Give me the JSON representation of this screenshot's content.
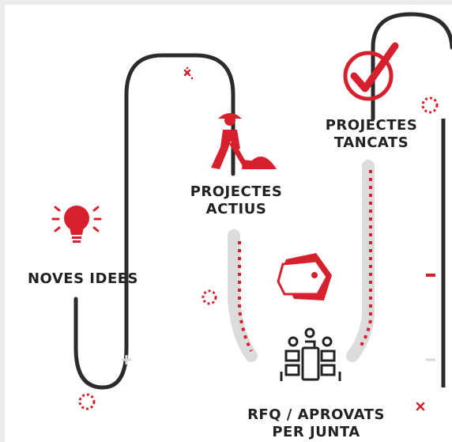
{
  "colors": {
    "accent": "#d7202d",
    "track": "#2b2b2b",
    "track_shadow": "#d9d9d9",
    "label": "#222222"
  },
  "stages": {
    "noves": {
      "line1": "NOVES IDEES",
      "icon": "lightbulb-icon"
    },
    "actius": {
      "line1": "PROJECTES",
      "line2": "ACTIUS",
      "icon": "worker-digging-icon"
    },
    "tancats": {
      "line1": "PROJECTES",
      "line2": "TANCATS",
      "icon": "checkmark-circle-icon"
    },
    "rfq": {
      "line1": "RFQ / APROVATS",
      "line2": "PER JUNTA",
      "icon": "meeting-table-icon",
      "secondary_icon": "tag-icon"
    }
  }
}
